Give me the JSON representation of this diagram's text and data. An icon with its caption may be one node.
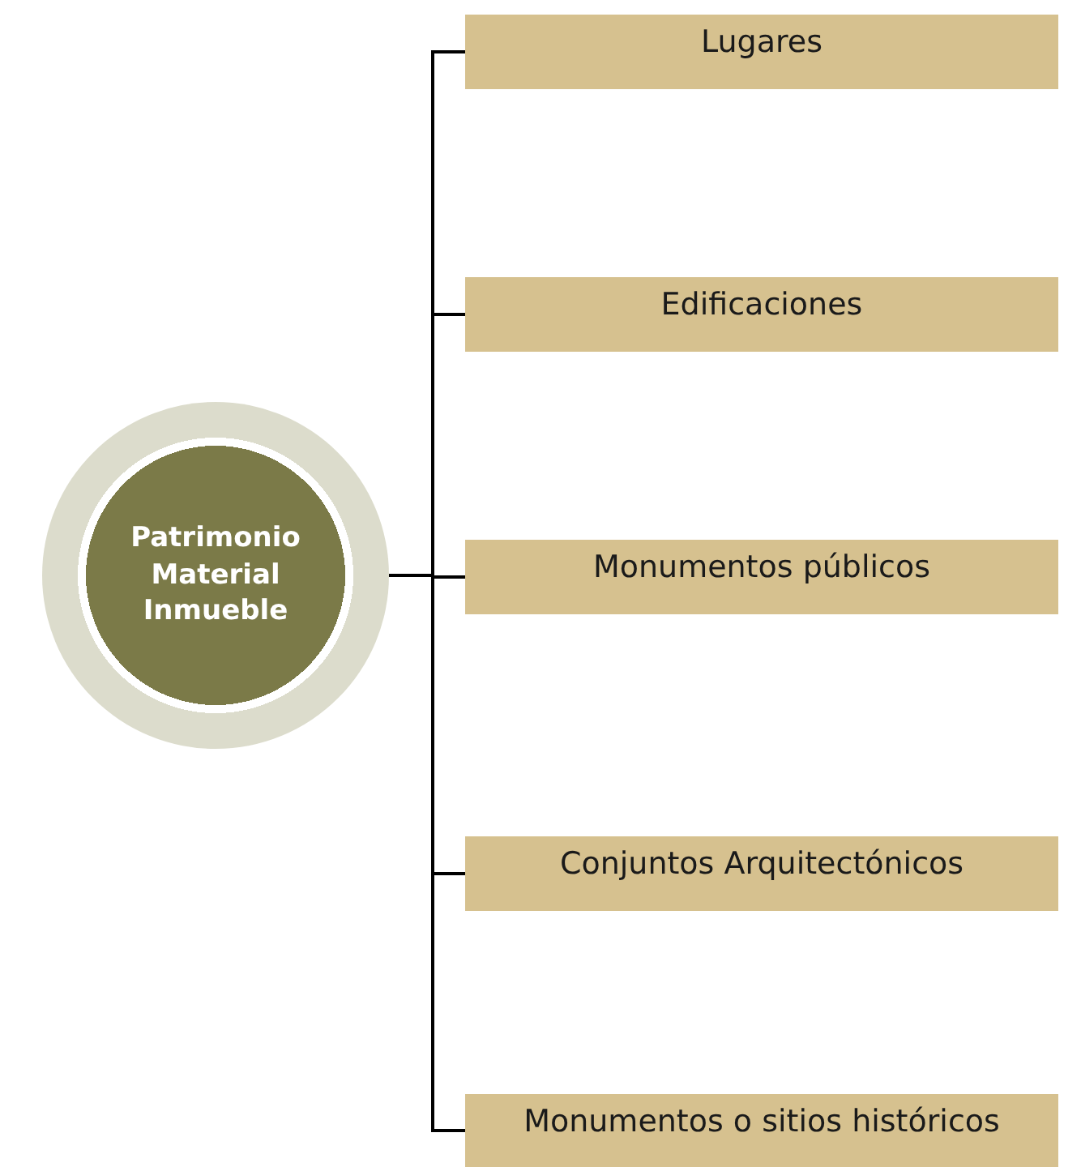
{
  "diagram": {
    "nodes": [
      {
        "text": [
          "Patrimonio Material Inmueble"
        ]
      },
      {
        "text": [
          "Lugares"
        ]
      },
      {
        "text": [
          "Edificaciones"
        ]
      },
      {
        "text": [
          "Monumentos públicos"
        ]
      },
      {
        "text": [
          "Conjuntos Arquitectónicos"
        ]
      },
      {
        "text": [
          "Monumentos o sitios históricos"
        ]
      }
    ],
    "edges": [
      {
        "from": 0,
        "to": 1,
        "arrow": "none"
      },
      {
        "from": 0,
        "to": 2,
        "arrow": "none"
      },
      {
        "from": 0,
        "to": 3,
        "arrow": "none"
      },
      {
        "from": 0,
        "to": 4,
        "arrow": "none"
      },
      {
        "from": 0,
        "to": 5,
        "arrow": "none"
      }
    ]
  }
}
